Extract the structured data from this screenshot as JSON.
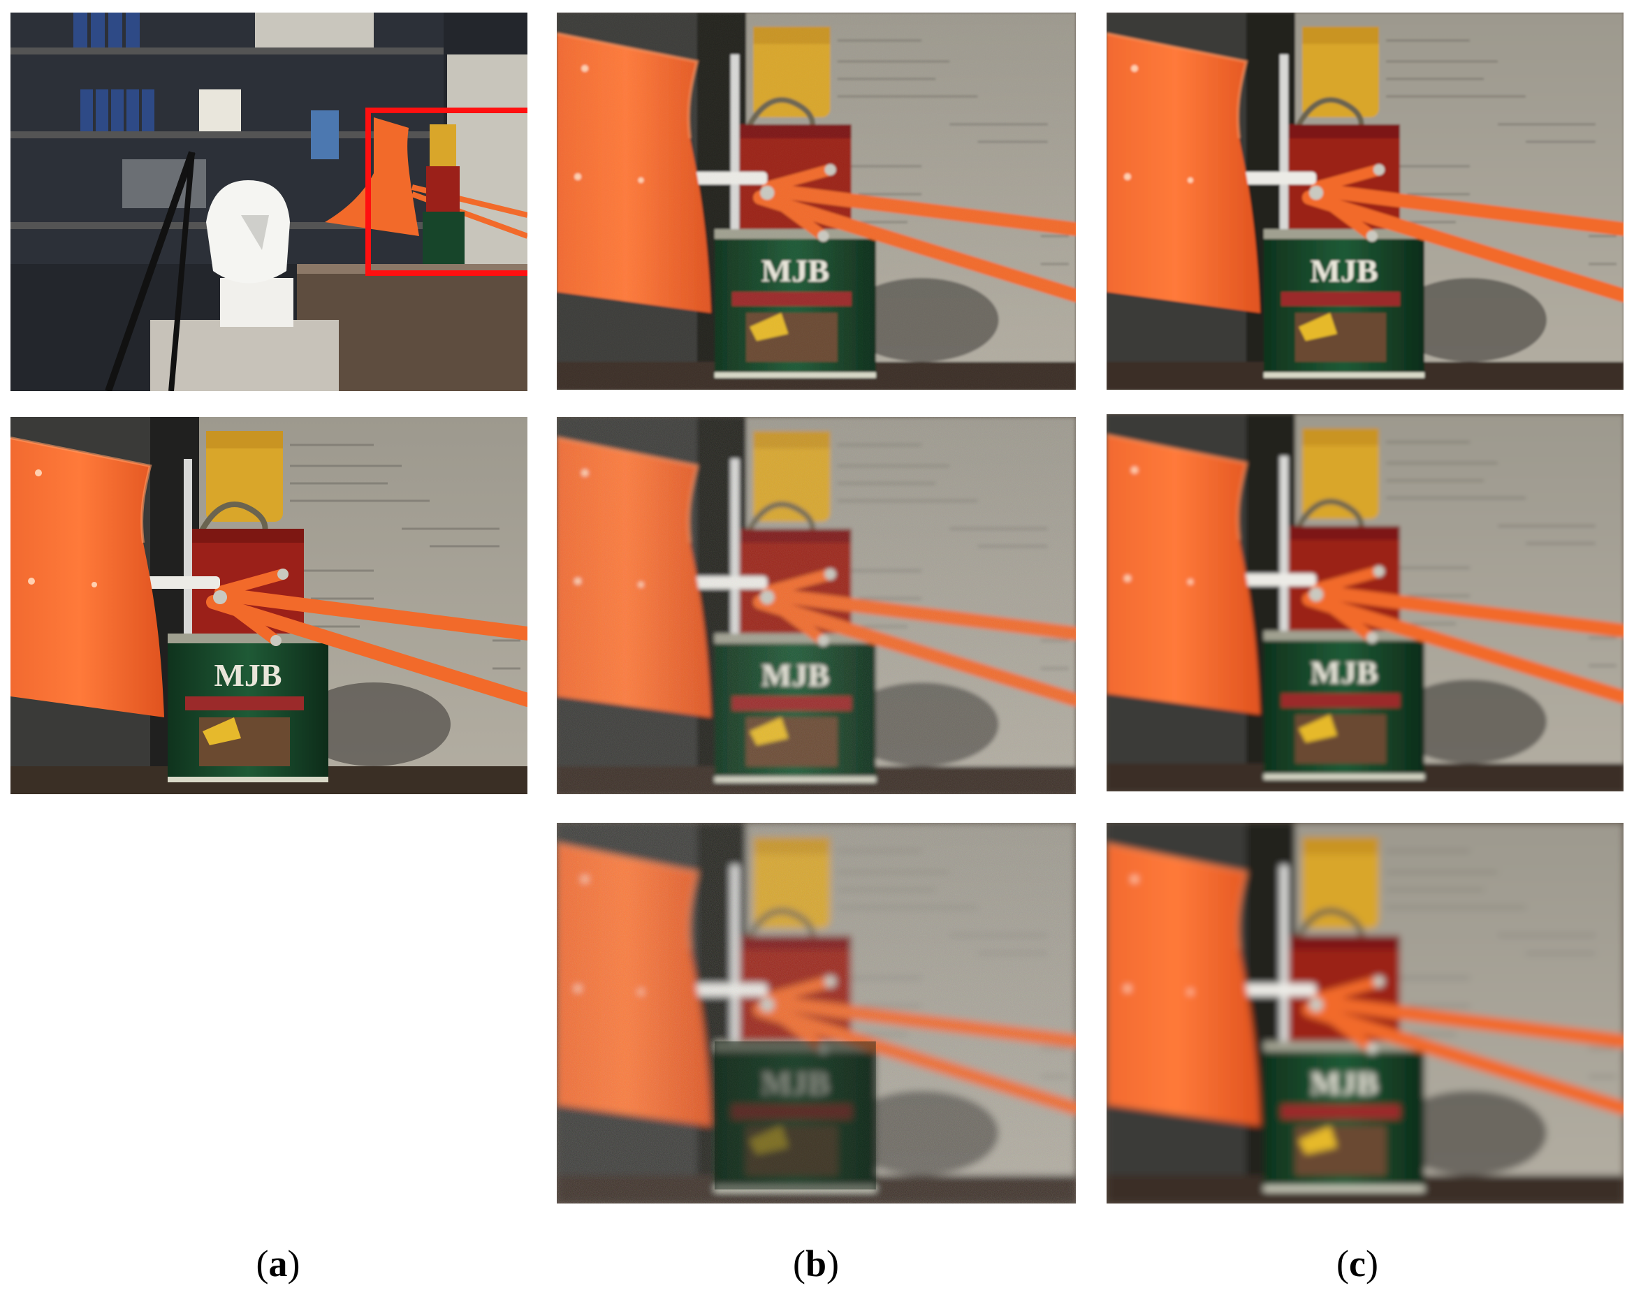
{
  "figure": {
    "captions": [
      {
        "id": "a",
        "open": "(",
        "letter": "a",
        "close": ")"
      },
      {
        "id": "b",
        "open": "(",
        "letter": "b",
        "close": ")"
      },
      {
        "id": "c",
        "open": "(",
        "letter": "c",
        "close": ")"
      }
    ],
    "can_label": "MJB",
    "colors": {
      "lamp_orange": "#f0612a",
      "highlight_box": "#ff1010",
      "paper": "#a9a497",
      "can_green": "#17452a",
      "can_red": "#9b2019",
      "yellow_cup": "#d9a62a",
      "background_dark": "#2a2d33"
    },
    "panels": [
      {
        "id": "a-top",
        "content": "full-scene"
      },
      {
        "id": "a-middle",
        "content": "crop-reference"
      },
      {
        "id": "b-top",
        "content": "crop-restored"
      },
      {
        "id": "b-middle",
        "content": "crop-noisy"
      },
      {
        "id": "b-bottom",
        "content": "crop-very-noisy"
      },
      {
        "id": "c-top",
        "content": "crop-restored"
      },
      {
        "id": "c-middle",
        "content": "crop-restored-soft"
      },
      {
        "id": "c-bottom",
        "content": "crop-restored-blurred"
      }
    ]
  }
}
